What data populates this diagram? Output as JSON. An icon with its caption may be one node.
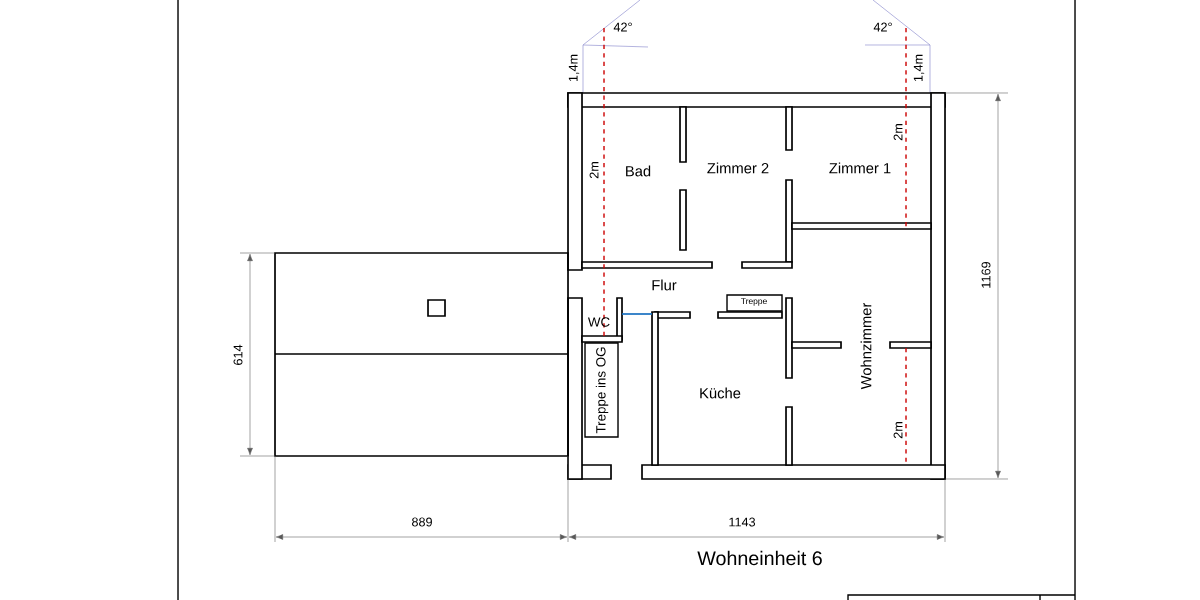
{
  "diagram": {
    "caption": "Wohneinheit 6",
    "labels": [
      "42°",
      "42°",
      "1,4m",
      "1,4m",
      "2m",
      "Bad",
      "Zimmer 2",
      "Zimmer 1",
      "2m",
      "Flur",
      "Treppe",
      "WC",
      "Treppe ins OG",
      "Küche",
      "Wohnzimmer",
      "2m",
      "1169",
      "614",
      "889",
      "1143"
    ]
  }
}
